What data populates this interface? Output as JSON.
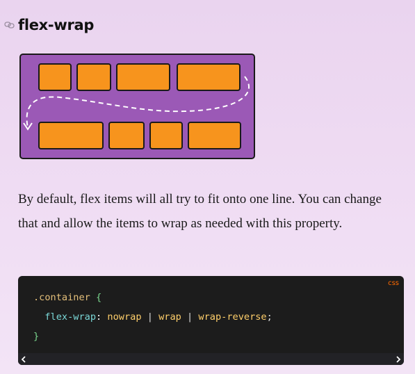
{
  "section": {
    "title": "flex-wrap",
    "anchor_icon": "link-icon"
  },
  "description": "By default, flex items will all try to fit onto one line. You can change that and allow the items to wrap as needed with this property.",
  "code": {
    "language": "css",
    "line1_selector": ".container",
    "line1_brace": "{",
    "line2_property": "flex-wrap",
    "line2_colon": ":",
    "line2_value1": "nowrap",
    "line2_pipe": "|",
    "line2_value2": "wrap",
    "line2_value3": "wrap-reverse",
    "line2_semicolon": ";",
    "line3_brace": "}"
  },
  "colors": {
    "container_purple": "#9b59b6",
    "item_orange": "#f7941d",
    "code_bg": "#1c1c1c",
    "lang_badge": "#ff6a00"
  },
  "scrollbar": {
    "left_icon": "chevron-left-icon",
    "right_icon": "chevron-right-icon"
  }
}
